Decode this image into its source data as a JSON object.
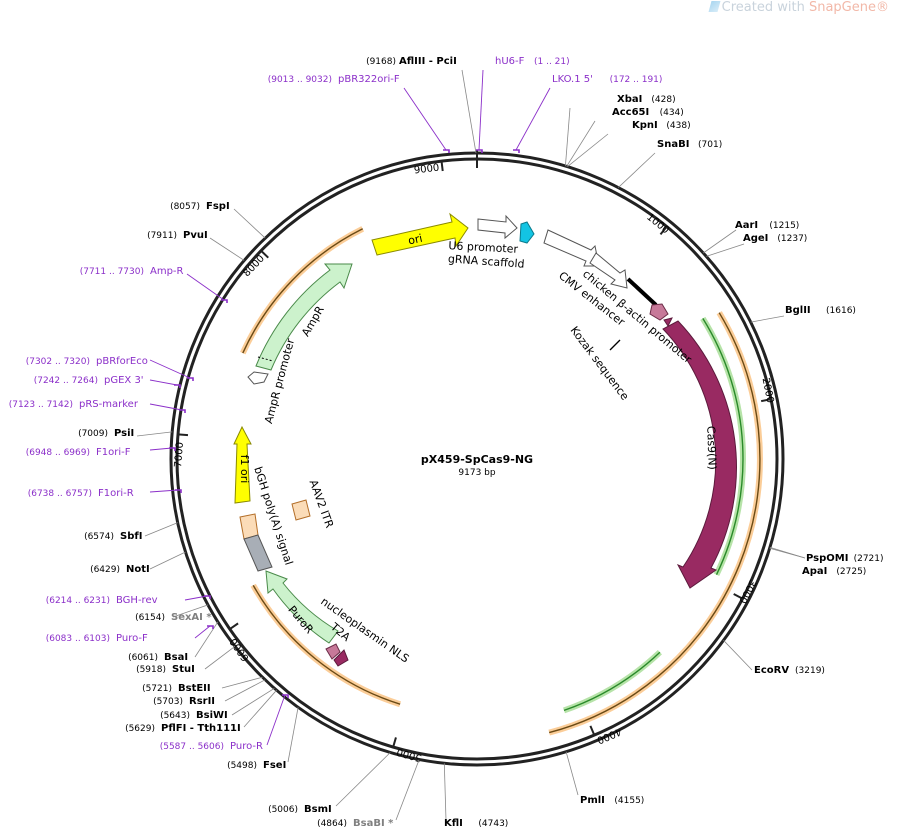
{
  "watermark": {
    "prefix": "Created with ",
    "brand": "SnapGene",
    "suffix": "®"
  },
  "plasmid": {
    "name": "pX459-SpCas9-NG",
    "size": "9173 bp",
    "length": 9173
  },
  "ticks": [
    "1000",
    "2000",
    "3000",
    "4000",
    "5000",
    "6000",
    "7000",
    "8000",
    "9000"
  ],
  "sites": [
    {
      "name": "AflIII  - PciI",
      "pos": "(9168)"
    },
    {
      "name": "XbaI",
      "pos": "(428)"
    },
    {
      "name": "Acc65I",
      "pos": "(434)"
    },
    {
      "name": "KpnI",
      "pos": "(438)"
    },
    {
      "name": "SnaBI",
      "pos": "(701)"
    },
    {
      "name": "AarI",
      "pos": "(1215)"
    },
    {
      "name": "AgeI",
      "pos": "(1237)"
    },
    {
      "name": "BglII",
      "pos": "(1616)"
    },
    {
      "name": "PspOMI",
      "pos": "(2721)"
    },
    {
      "name": "ApaI",
      "pos": "(2725)"
    },
    {
      "name": "EcoRV",
      "pos": "(3219)"
    },
    {
      "name": "PmlI",
      "pos": "(4155)"
    },
    {
      "name": "KflI",
      "pos": "(4743)"
    },
    {
      "name": "BsaBI",
      "pos": "(4864)",
      "star": "*"
    },
    {
      "name": "BsmI",
      "pos": "(5006)"
    },
    {
      "name": "FseI",
      "pos": "(5498)"
    },
    {
      "name": "PflFI - Tth111I",
      "pos": "(5629)"
    },
    {
      "name": "BsiWI",
      "pos": "(5643)"
    },
    {
      "name": "RsrII",
      "pos": "(5703)"
    },
    {
      "name": "BstEII",
      "pos": "(5721)"
    },
    {
      "name": "StuI",
      "pos": "(5918)"
    },
    {
      "name": "BsaI",
      "pos": "(6061)"
    },
    {
      "name": "SexAI",
      "pos": "(6154)",
      "star": "*"
    },
    {
      "name": "NotI",
      "pos": "(6429)"
    },
    {
      "name": "SbfI",
      "pos": "(6574)"
    },
    {
      "name": "PsiI",
      "pos": "(7009)"
    },
    {
      "name": "PvuI",
      "pos": "(7911)"
    },
    {
      "name": "FspI",
      "pos": "(8057)"
    }
  ],
  "primers": [
    {
      "name": "hU6-F",
      "range": "(1 .. 21)"
    },
    {
      "name": "LKO.1 5'",
      "range": "(172 .. 191)"
    },
    {
      "name": "pBR322ori-F",
      "range": "(9013 .. 9032)"
    },
    {
      "name": "Amp-R",
      "range": "(7711 .. 7730)"
    },
    {
      "name": "pBRforEco",
      "range": "(7302 .. 7320)"
    },
    {
      "name": "pGEX 3'",
      "range": "(7242 .. 7264)"
    },
    {
      "name": "pRS-marker",
      "range": "(7123 .. 7142)"
    },
    {
      "name": "F1ori-F",
      "range": "(6948 .. 6969)"
    },
    {
      "name": "F1ori-R",
      "range": "(6738 .. 6757)"
    },
    {
      "name": "BGH-rev",
      "range": "(6214 .. 6231)"
    },
    {
      "name": "Puro-F",
      "range": "(6083 .. 6103)"
    },
    {
      "name": "Puro-R",
      "range": "(5587 .. 5606)"
    }
  ],
  "features": {
    "ori": "ori",
    "u6": "U6 promoter",
    "grna": "gRNA scaffold",
    "cbh": "chicken β-actin promoter",
    "cmv": "CMV enhancer",
    "kozak": "Kozak sequence",
    "cas9": "Cas9(N)",
    "ampr": "AmpR",
    "amprp": "AmpR promoter",
    "f1": "f1 ori",
    "bgh": "bGH poly(A) signal",
    "itr": "AAV2 ITR",
    "puro": "PuroR",
    "t2a": "T2A",
    "nls": "nucleoplasmin NLS"
  },
  "colors": {
    "ori": "#ffff00",
    "u6": "#ffffff",
    "grna": "#13c4e3",
    "promoter": "#ffffff",
    "kozak": "#000000",
    "cas9": "#992a62",
    "ampr": "#ccf2cc",
    "f1": "#ffff00",
    "itr": "#fbdcb8",
    "bgh": "#a8aeb6",
    "nls": "#c77999",
    "orf": "#f7a444",
    "green_orf": "#2a8a2a",
    "primer": "#8b2fc9"
  }
}
